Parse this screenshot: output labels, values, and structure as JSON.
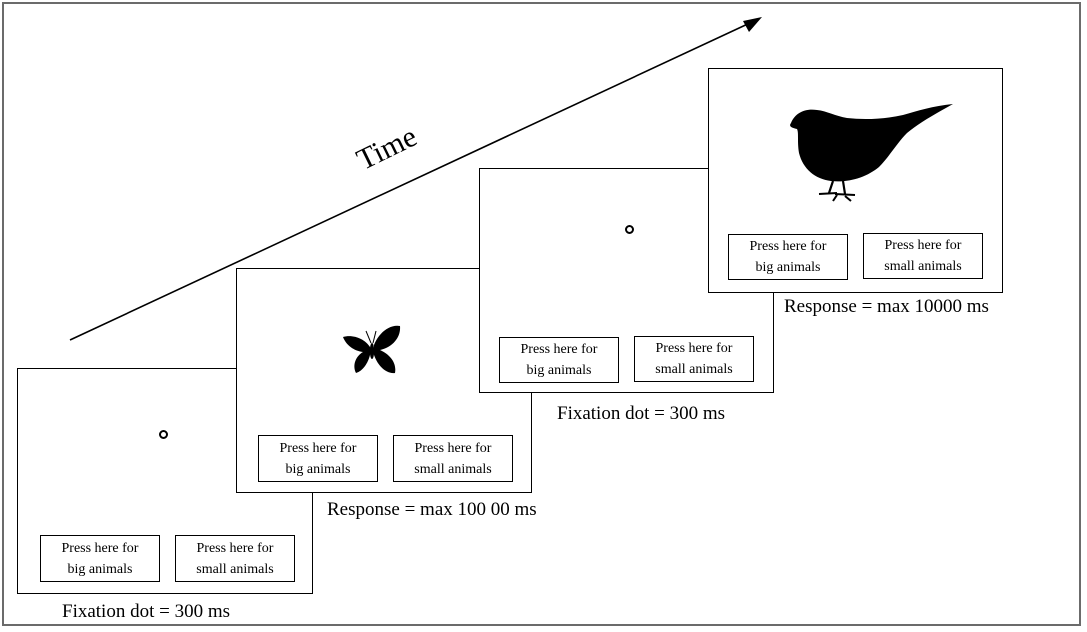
{
  "time_label": "Time",
  "screens": [
    {
      "stimulus": "fixation-dot",
      "buttons": {
        "left": [
          "Press here for",
          "big animals"
        ],
        "right": [
          "Press here for",
          "small animals"
        ]
      },
      "caption": "Fixation dot = 300 ms"
    },
    {
      "stimulus": "butterfly",
      "buttons": {
        "left": [
          "Press here for",
          "big animals"
        ],
        "right": [
          "Press here for",
          "small animals"
        ]
      },
      "caption": "Response = max 100 00 ms"
    },
    {
      "stimulus": "fixation-dot",
      "buttons": {
        "left": [
          "Press here for",
          "big animals"
        ],
        "right": [
          "Press here for",
          "small animals"
        ]
      },
      "caption": "Fixation dot = 300 ms"
    },
    {
      "stimulus": "bird",
      "buttons": {
        "left": [
          "Press here for",
          "big animals"
        ],
        "right": [
          "Press here for",
          "small animals"
        ]
      },
      "caption": "Response =  max 10000 ms"
    }
  ]
}
